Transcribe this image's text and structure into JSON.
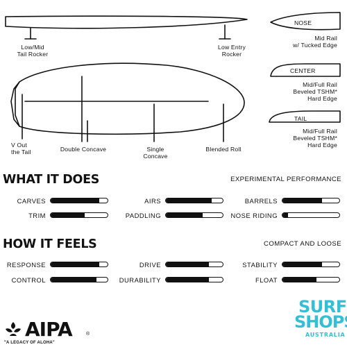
{
  "diagram": {
    "rocker_labels": {
      "tail": "Low/Mid\nTail Rocker",
      "nose": "Low Entry\nRocker"
    },
    "bottom_labels": {
      "v_out": "V Out\nthe Tail",
      "double_concave": "Double Concave",
      "single_concave": "Single\nConcave",
      "blended_roll": "Blended Roll"
    },
    "rails": [
      {
        "title": "NOSE",
        "desc": "Mid Rail\nw/ Tucked Edge"
      },
      {
        "title": "CENTER",
        "desc": "Mid/Full Rail\nBeveled TSHM*\nHard Edge"
      },
      {
        "title": "TAIL",
        "desc": "Mid/Full Rail\nBeveled TSHM*\nHard Edge"
      }
    ]
  },
  "what_it_does": {
    "title": "WHAT IT DOES",
    "subtitle": "EXPERIMENTAL PERFORMANCE",
    "metrics": [
      {
        "label": "CARVES",
        "value": 0.85
      },
      {
        "label": "AIRS",
        "value": 0.8
      },
      {
        "label": "BARRELS",
        "value": 0.7
      },
      {
        "label": "TRIM",
        "value": 0.6
      },
      {
        "label": "PADDLING",
        "value": 0.65
      },
      {
        "label": "NOSE RIDING",
        "value": 0.1
      }
    ]
  },
  "how_it_feels": {
    "title": "HOW IT FEELS",
    "subtitle": "COMPACT AND LOOSE",
    "metrics": [
      {
        "label": "RESPONSE",
        "value": 0.85
      },
      {
        "label": "DRIVE",
        "value": 0.75
      },
      {
        "label": "STABILITY",
        "value": 0.7
      },
      {
        "label": "CONTROL",
        "value": 0.8
      },
      {
        "label": "DURABILITY",
        "value": 0.75
      },
      {
        "label": "FLOAT",
        "value": 0.6
      }
    ]
  },
  "brand": {
    "logo": "AIPA",
    "registered": "®",
    "tagline": "\"A LEGACY OF ALOHA\"",
    "shop_line1": "SURF",
    "shop_line2": "SHOPS",
    "shop_line3": "AUSTRALIA",
    "accent_color": "#33c0d4"
  }
}
